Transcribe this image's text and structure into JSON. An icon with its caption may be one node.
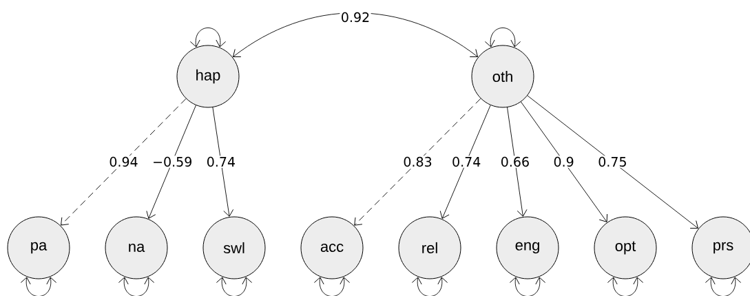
{
  "diagram": {
    "nodes": [
      {
        "text": [
          "hap"
        ]
      },
      {
        "text": [
          "oth"
        ]
      },
      {
        "text": [
          "pa"
        ]
      },
      {
        "text": [
          "na"
        ]
      },
      {
        "text": [
          "swl"
        ]
      },
      {
        "text": [
          "acc"
        ]
      },
      {
        "text": [
          "rel"
        ]
      },
      {
        "text": [
          "eng"
        ]
      },
      {
        "text": [
          "opt"
        ]
      },
      {
        "text": [
          "prs"
        ]
      }
    ],
    "edges": [
      {
        "from": 0,
        "to": 1,
        "arrow": "both",
        "label": "0.92"
      },
      {
        "from": 0,
        "to": 2,
        "arrow": "to",
        "label": "0.94",
        "style": "dashed"
      },
      {
        "from": 0,
        "to": 3,
        "arrow": "to",
        "label": "−0.59"
      },
      {
        "from": 0,
        "to": 4,
        "arrow": "to",
        "label": "0.74"
      },
      {
        "from": 1,
        "to": 5,
        "arrow": "to",
        "label": "0.83",
        "style": "dashed"
      },
      {
        "from": 1,
        "to": 6,
        "arrow": "to",
        "label": "0.74"
      },
      {
        "from": 1,
        "to": 7,
        "arrow": "to",
        "label": "0.66"
      },
      {
        "from": 1,
        "to": 8,
        "arrow": "to",
        "label": "0.9"
      },
      {
        "from": 1,
        "to": 9,
        "arrow": "to",
        "label": "0.75"
      },
      {
        "from": 0,
        "to": 0,
        "arrow": "both"
      },
      {
        "from": 1,
        "to": 1,
        "arrow": "both"
      },
      {
        "from": 2,
        "to": 2,
        "arrow": "both"
      },
      {
        "from": 3,
        "to": 3,
        "arrow": "both"
      },
      {
        "from": 4,
        "to": 4,
        "arrow": "both"
      },
      {
        "from": 5,
        "to": 5,
        "arrow": "both"
      },
      {
        "from": 6,
        "to": 6,
        "arrow": "both"
      },
      {
        "from": 7,
        "to": 7,
        "arrow": "both"
      },
      {
        "from": 8,
        "to": 8,
        "arrow": "both"
      },
      {
        "from": 9,
        "to": 9,
        "arrow": "both"
      }
    ]
  }
}
